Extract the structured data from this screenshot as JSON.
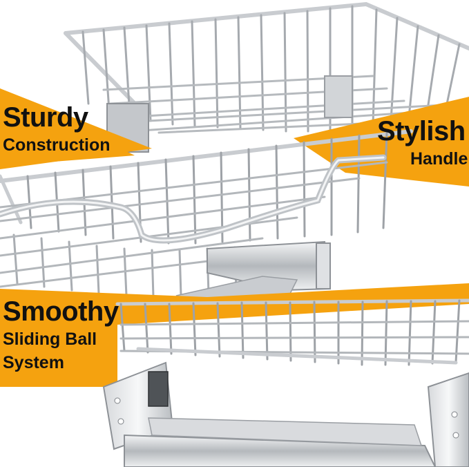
{
  "colors": {
    "accent_orange": "#f5a20f",
    "chrome_light": "#e9eaec",
    "chrome_mid": "#a9adb2",
    "chrome_dark": "#6d7176",
    "text": "#111111",
    "background": "#ffffff"
  },
  "callouts": {
    "sturdy": {
      "title": "Sturdy",
      "subtitle": "Construction"
    },
    "stylish": {
      "title": "Stylish",
      "subtitle": "Handle"
    },
    "smoothy": {
      "title": "Smoothy",
      "lines": [
        "Sliding Ball",
        "System"
      ]
    }
  }
}
